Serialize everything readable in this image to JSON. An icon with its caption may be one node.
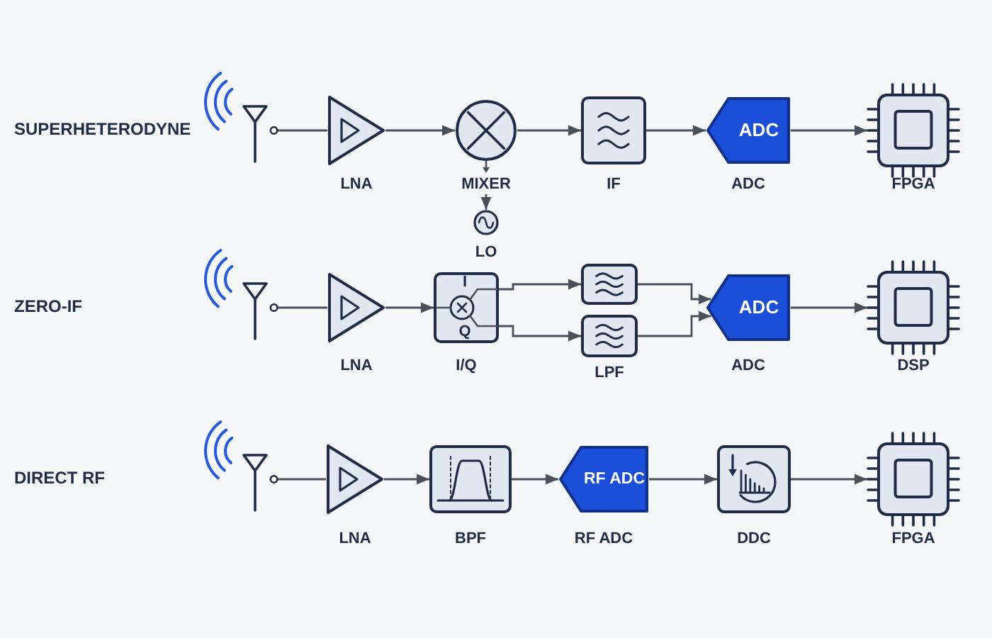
{
  "diagram": {
    "nodes": [
      {
        "text": [],
        "shape": "antenna"
      },
      {
        "text": [
          "LNA"
        ]
      },
      {
        "text": [
          "MIXER"
        ]
      },
      {
        "text": [
          "LO"
        ]
      },
      {
        "text": [
          "IF"
        ]
      },
      {
        "text": [
          "ADC",
          "ADC"
        ]
      },
      {
        "text": [
          "FPGA"
        ]
      },
      {
        "text": [],
        "shape": "antenna"
      },
      {
        "text": [
          "LNA"
        ]
      },
      {
        "text": [
          "I",
          "Q",
          "I/Q"
        ]
      },
      {
        "text": [],
        "shape": "box"
      },
      {
        "text": [
          "LPF"
        ]
      },
      {
        "text": [
          "ADC",
          "ADC"
        ]
      },
      {
        "text": [
          "DSP"
        ]
      },
      {
        "text": [],
        "shape": "antenna"
      },
      {
        "text": [
          "LNA"
        ]
      },
      {
        "text": [
          "BPF"
        ]
      },
      {
        "text": [
          "RF ADC",
          "RF ADC"
        ]
      },
      {
        "text": [
          "DDC"
        ]
      },
      {
        "text": [
          "FPGA"
        ]
      }
    ],
    "edges": [
      {
        "from": 0,
        "to": 1,
        "arrow": "none"
      },
      {
        "from": 1,
        "to": 2,
        "arrow": "to"
      },
      {
        "from": 2,
        "to": 3,
        "arrow": "to"
      },
      {
        "from": 2,
        "to": 4,
        "arrow": "to"
      },
      {
        "from": 4,
        "to": 5,
        "arrow": "to"
      },
      {
        "from": 5,
        "to": 6,
        "arrow": "to"
      },
      {
        "from": 7,
        "to": 8,
        "arrow": "none"
      },
      {
        "from": 8,
        "to": 9,
        "arrow": "to"
      },
      {
        "from": 9,
        "to": 10,
        "arrow": "to"
      },
      {
        "from": 9,
        "to": 11,
        "arrow": "to"
      },
      {
        "from": 10,
        "to": 12,
        "arrow": "to"
      },
      {
        "from": 11,
        "to": 12,
        "arrow": "to"
      },
      {
        "from": 12,
        "to": 13,
        "arrow": "to"
      },
      {
        "from": 14,
        "to": 15,
        "arrow": "none"
      },
      {
        "from": 15,
        "to": 16,
        "arrow": "to"
      },
      {
        "from": 16,
        "to": 17,
        "arrow": "to"
      },
      {
        "from": 17,
        "to": 18,
        "arrow": "to"
      },
      {
        "from": 18,
        "to": 19,
        "arrow": "to"
      }
    ],
    "labels": [
      "SUPERHETERODYNE",
      "ZERO-IF",
      "DIRECT RF"
    ]
  }
}
